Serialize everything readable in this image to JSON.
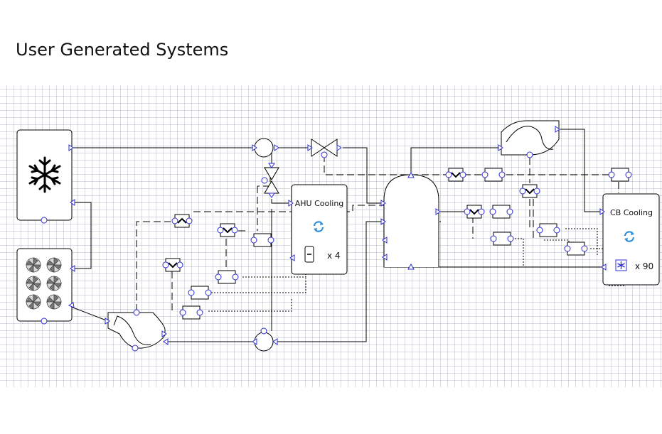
{
  "page": {
    "title": "User Generated Systems"
  },
  "components": {
    "ahu": {
      "label": "AHU Cooling",
      "multiplier": "x 4"
    },
    "cb": {
      "label": "CB Cooling",
      "multiplier": "x 90"
    }
  },
  "icons": [
    "snowflake-icon",
    "fan-array-icon",
    "refresh-icon",
    "snowflake-small-icon",
    "minus-icon"
  ],
  "colors": {
    "line": "#000000",
    "port": "#2b2bd6",
    "port_fill": "#ffffff",
    "grid": "#c8cadc",
    "refresh": "#2f8fd8"
  }
}
